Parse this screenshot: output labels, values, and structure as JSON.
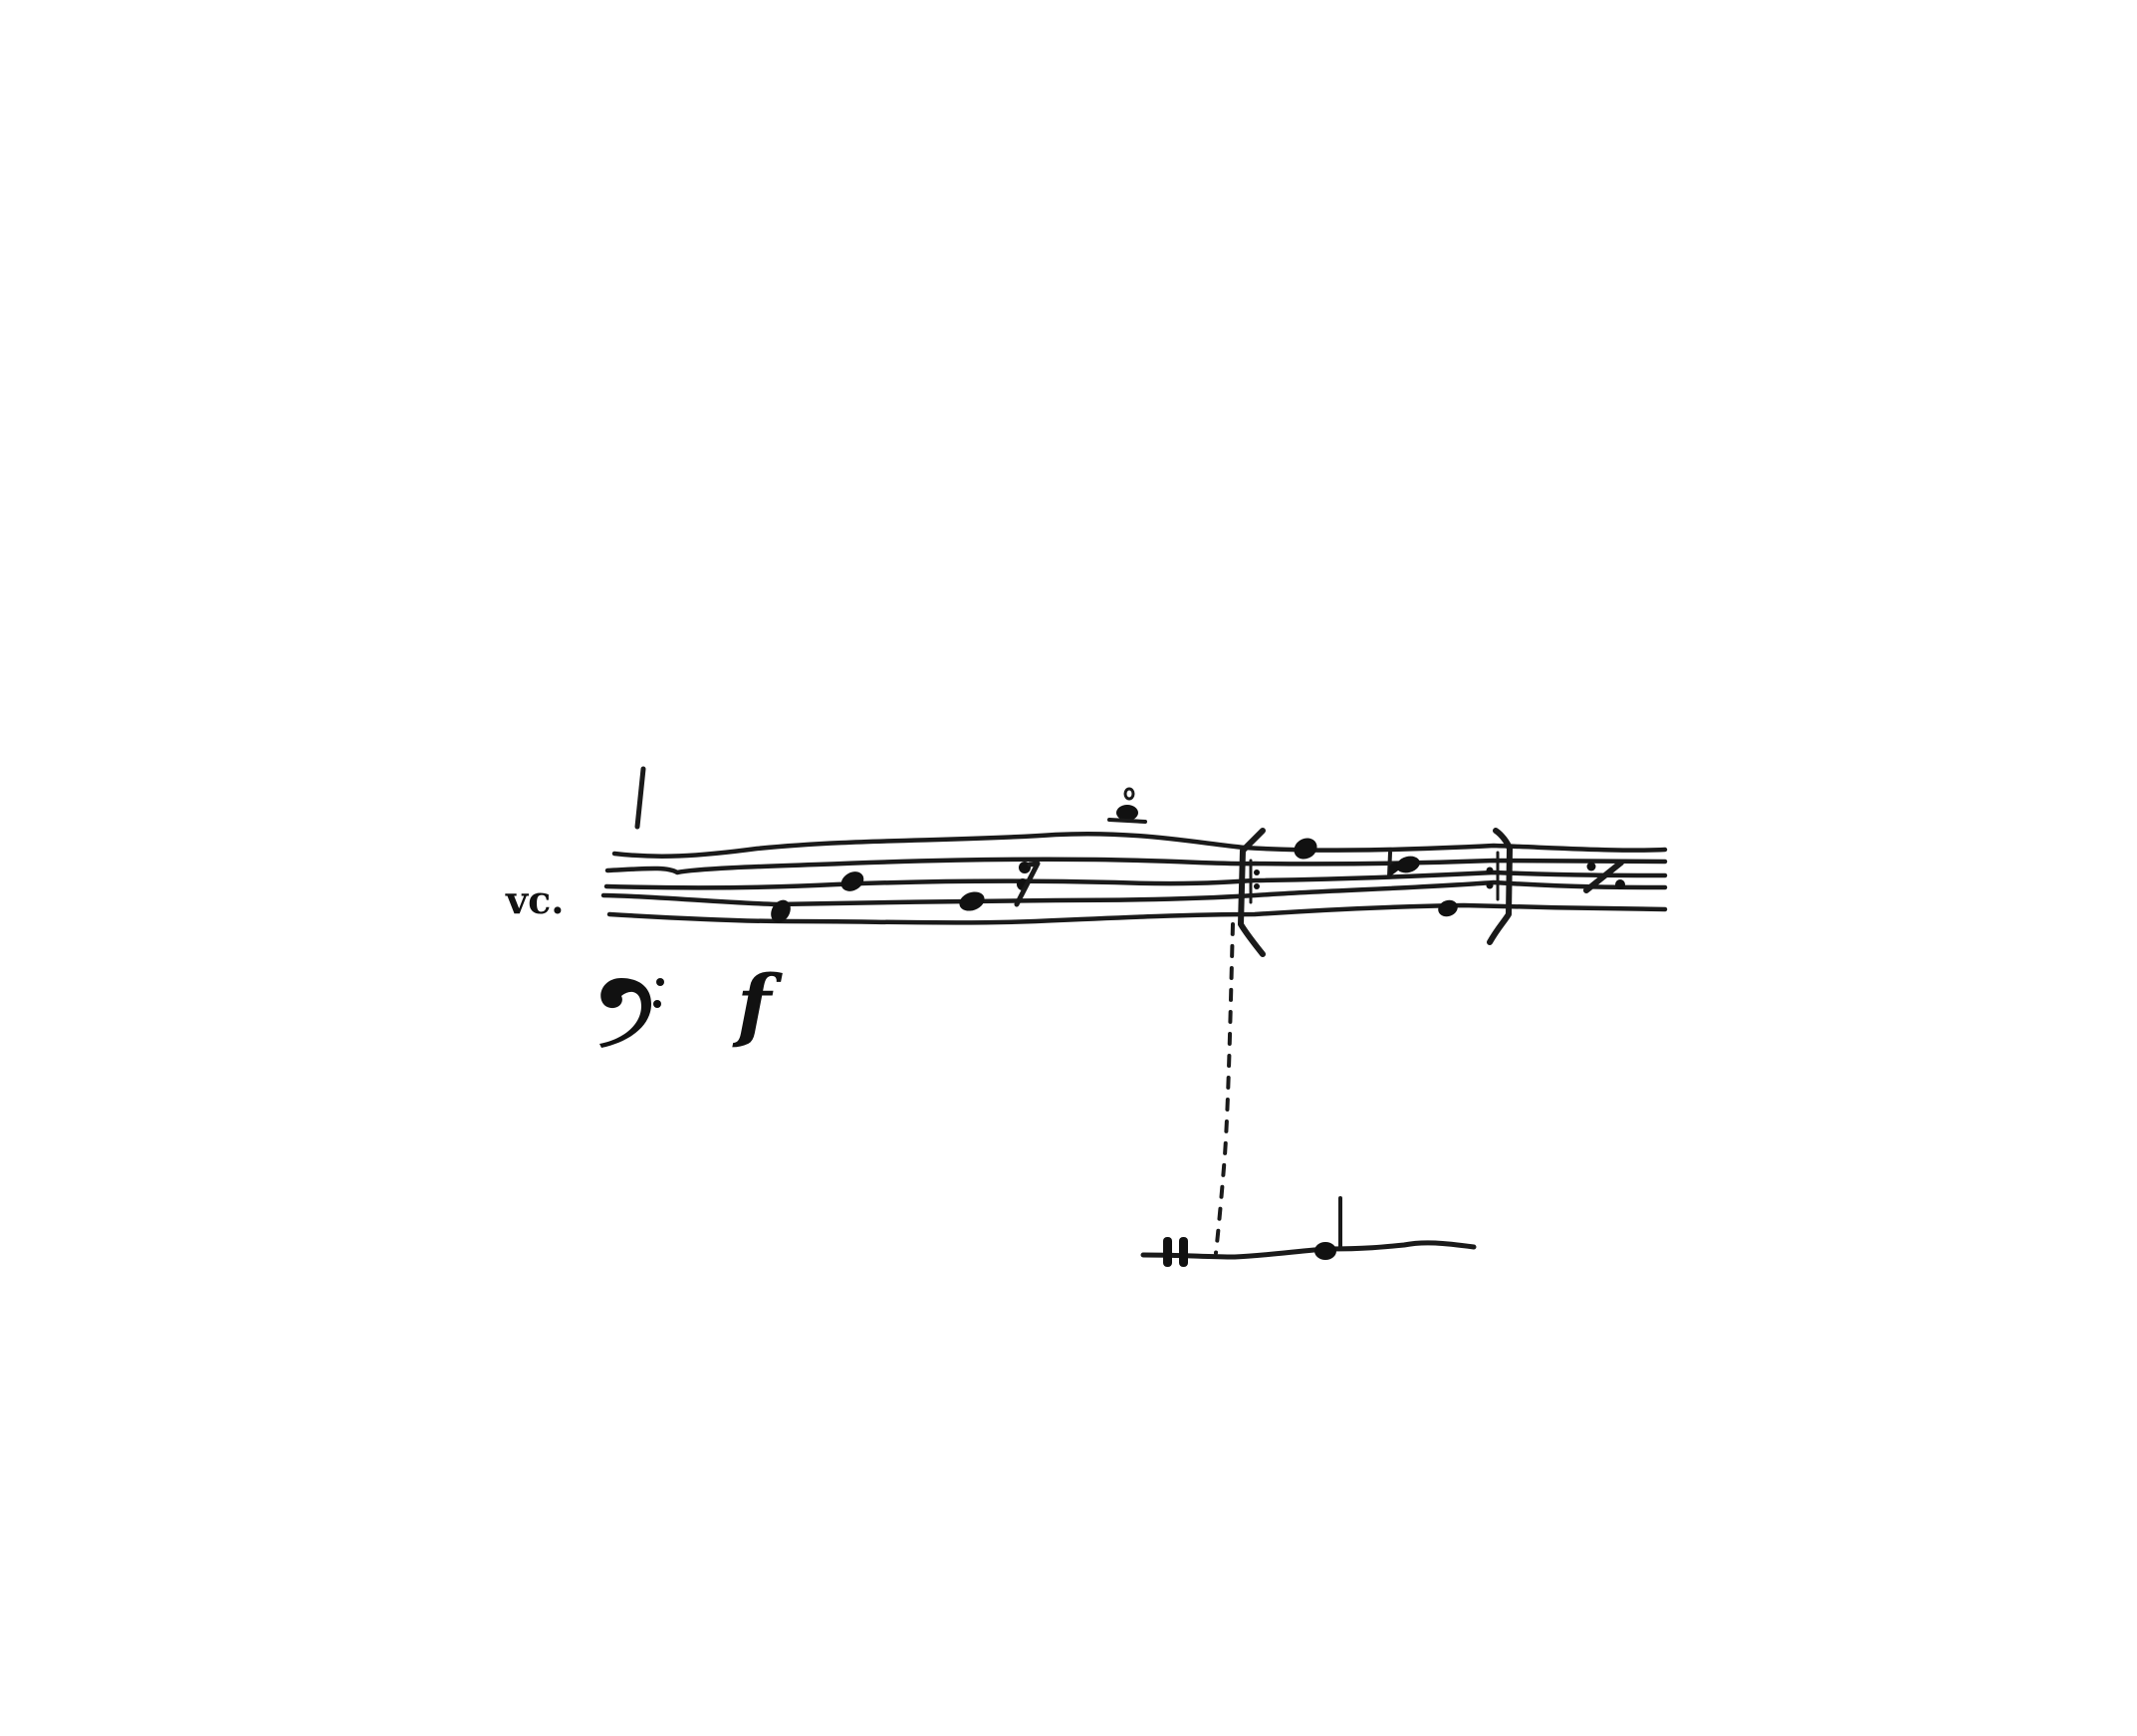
{
  "score": {
    "instrument_label": "vc.",
    "clef": "bass-clef",
    "dynamic": "f",
    "staff_lines": 5,
    "measures": [
      {
        "id": "measure-1",
        "elements": [
          {
            "type": "note",
            "pitch": "G2",
            "duration": "eighth"
          },
          {
            "type": "note",
            "pitch": "D3",
            "duration": "eighth"
          },
          {
            "type": "note",
            "pitch": "B2",
            "duration": "eighth"
          },
          {
            "type": "rest",
            "duration": "eighth"
          }
        ]
      },
      {
        "id": "measure-2",
        "elements": [
          {
            "type": "note",
            "pitch": "C4",
            "duration": "eighth",
            "articulation": "harmonic"
          }
        ]
      },
      {
        "id": "measure-3",
        "repeat": "start-end",
        "elements": [
          {
            "type": "note",
            "pitch": "A3",
            "duration": "eighth"
          },
          {
            "type": "note",
            "pitch": "Fb3",
            "duration": "eighth",
            "accidental": "flat"
          },
          {
            "type": "note",
            "pitch": "G2",
            "duration": "eighth"
          }
        ]
      },
      {
        "id": "measure-4",
        "elements": [
          {
            "type": "repeat-measure",
            "symbol": "%"
          }
        ]
      }
    ],
    "percussion_staff": {
      "clef": "percussion-clef",
      "elements": [
        {
          "type": "note",
          "duration": "quarter"
        }
      ]
    },
    "annotations": {
      "entry_tick": "|",
      "link_line": "dashed"
    }
  }
}
